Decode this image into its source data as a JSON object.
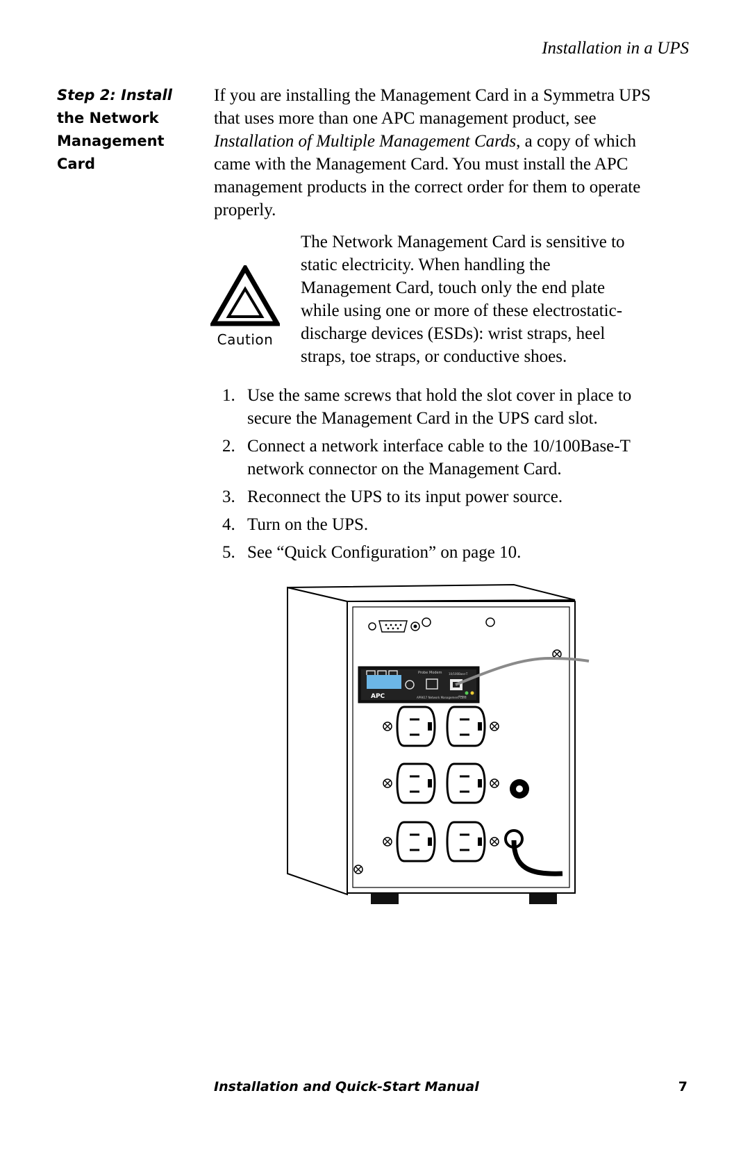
{
  "header": {
    "running_title": "Installation in a UPS"
  },
  "side_heading": {
    "lines": [
      "Step 2: Install",
      "the Network",
      "Management",
      "Card"
    ]
  },
  "intro": {
    "line1": "If you are installing the Management Card in a Symmetra UPS",
    "line2": "that uses more than one APC management product, see",
    "line3_italic": "Installation of Multiple Management Cards",
    "line3_rest": ", a copy of which",
    "line4": "came with the Management Card. You must install the APC",
    "line5": "management products in the correct order for them to operate",
    "line6": "properly."
  },
  "caution": {
    "label": "Caution",
    "icon": "caution-triangle-icon",
    "lines": [
      "The Network Management Card is sensitive to",
      "static electricity. When handling the",
      "Management Card, touch only the end plate",
      "while using one or more of these electrostatic-",
      "discharge devices (ESDs): wrist straps, heel",
      "straps, toe straps, or conductive shoes."
    ]
  },
  "steps": [
    {
      "num": "1.",
      "lines": [
        "Use the same screws that hold the slot cover in place to",
        "secure the Management Card in the UPS card slot."
      ]
    },
    {
      "num": "2.",
      "lines": [
        "Connect a network interface cable to the 10/100Base-T",
        "network connector on the Management Card."
      ]
    },
    {
      "num": "3.",
      "lines": [
        "Reconnect the UPS to its input power source."
      ]
    },
    {
      "num": "4.",
      "lines": [
        "Turn on the UPS."
      ]
    },
    {
      "num": "5.",
      "lines": [
        "See “Quick Configuration” on page 10."
      ]
    }
  ],
  "figure": {
    "card_labels": {
      "brand": "APC",
      "probe": "Probe",
      "modem": "Modem",
      "network": "10/100Base-T",
      "card_name": "AP9617 Network Management Card",
      "status": "Status"
    }
  },
  "footer": {
    "title": "Installation and Quick-Start Manual",
    "page": "7"
  }
}
